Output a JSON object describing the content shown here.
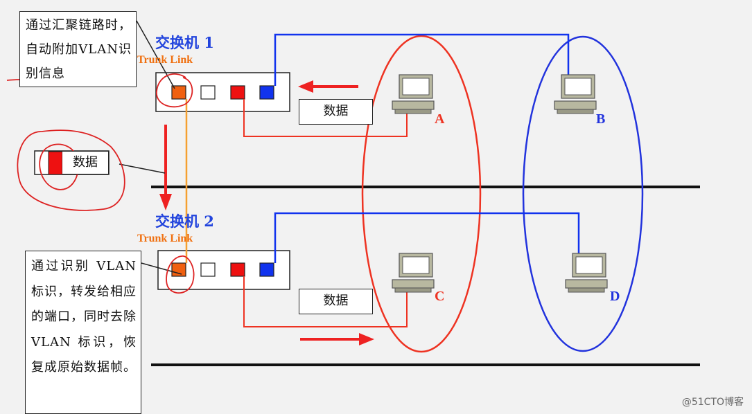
{
  "switch1": {
    "title": "交换机 1",
    "trunk": "Trunk Link"
  },
  "switch2": {
    "title": "交换机 2",
    "trunk": "Trunk Link"
  },
  "note_top": "通过汇聚链路时，自动附加VLAN识别信息",
  "note_bottom": "通过识别 VLAN 标识，转发给相应的端口，同时去除 VLAN 标识，恢复成原始数据帧。",
  "frames": {
    "top": "数据",
    "middle": "数据",
    "bottom": "数据"
  },
  "pcs": {
    "a": "A",
    "b": "B",
    "c": "C",
    "d": "D"
  },
  "watermark": "@51CTO博客",
  "colors": {
    "port_trunk": "#f06010",
    "port_red": "#ee1111",
    "port_blue": "#1133ee",
    "vlan_red": "#ee3322",
    "vlan_blue": "#2233dd",
    "trunk_line": "#f5a030"
  }
}
